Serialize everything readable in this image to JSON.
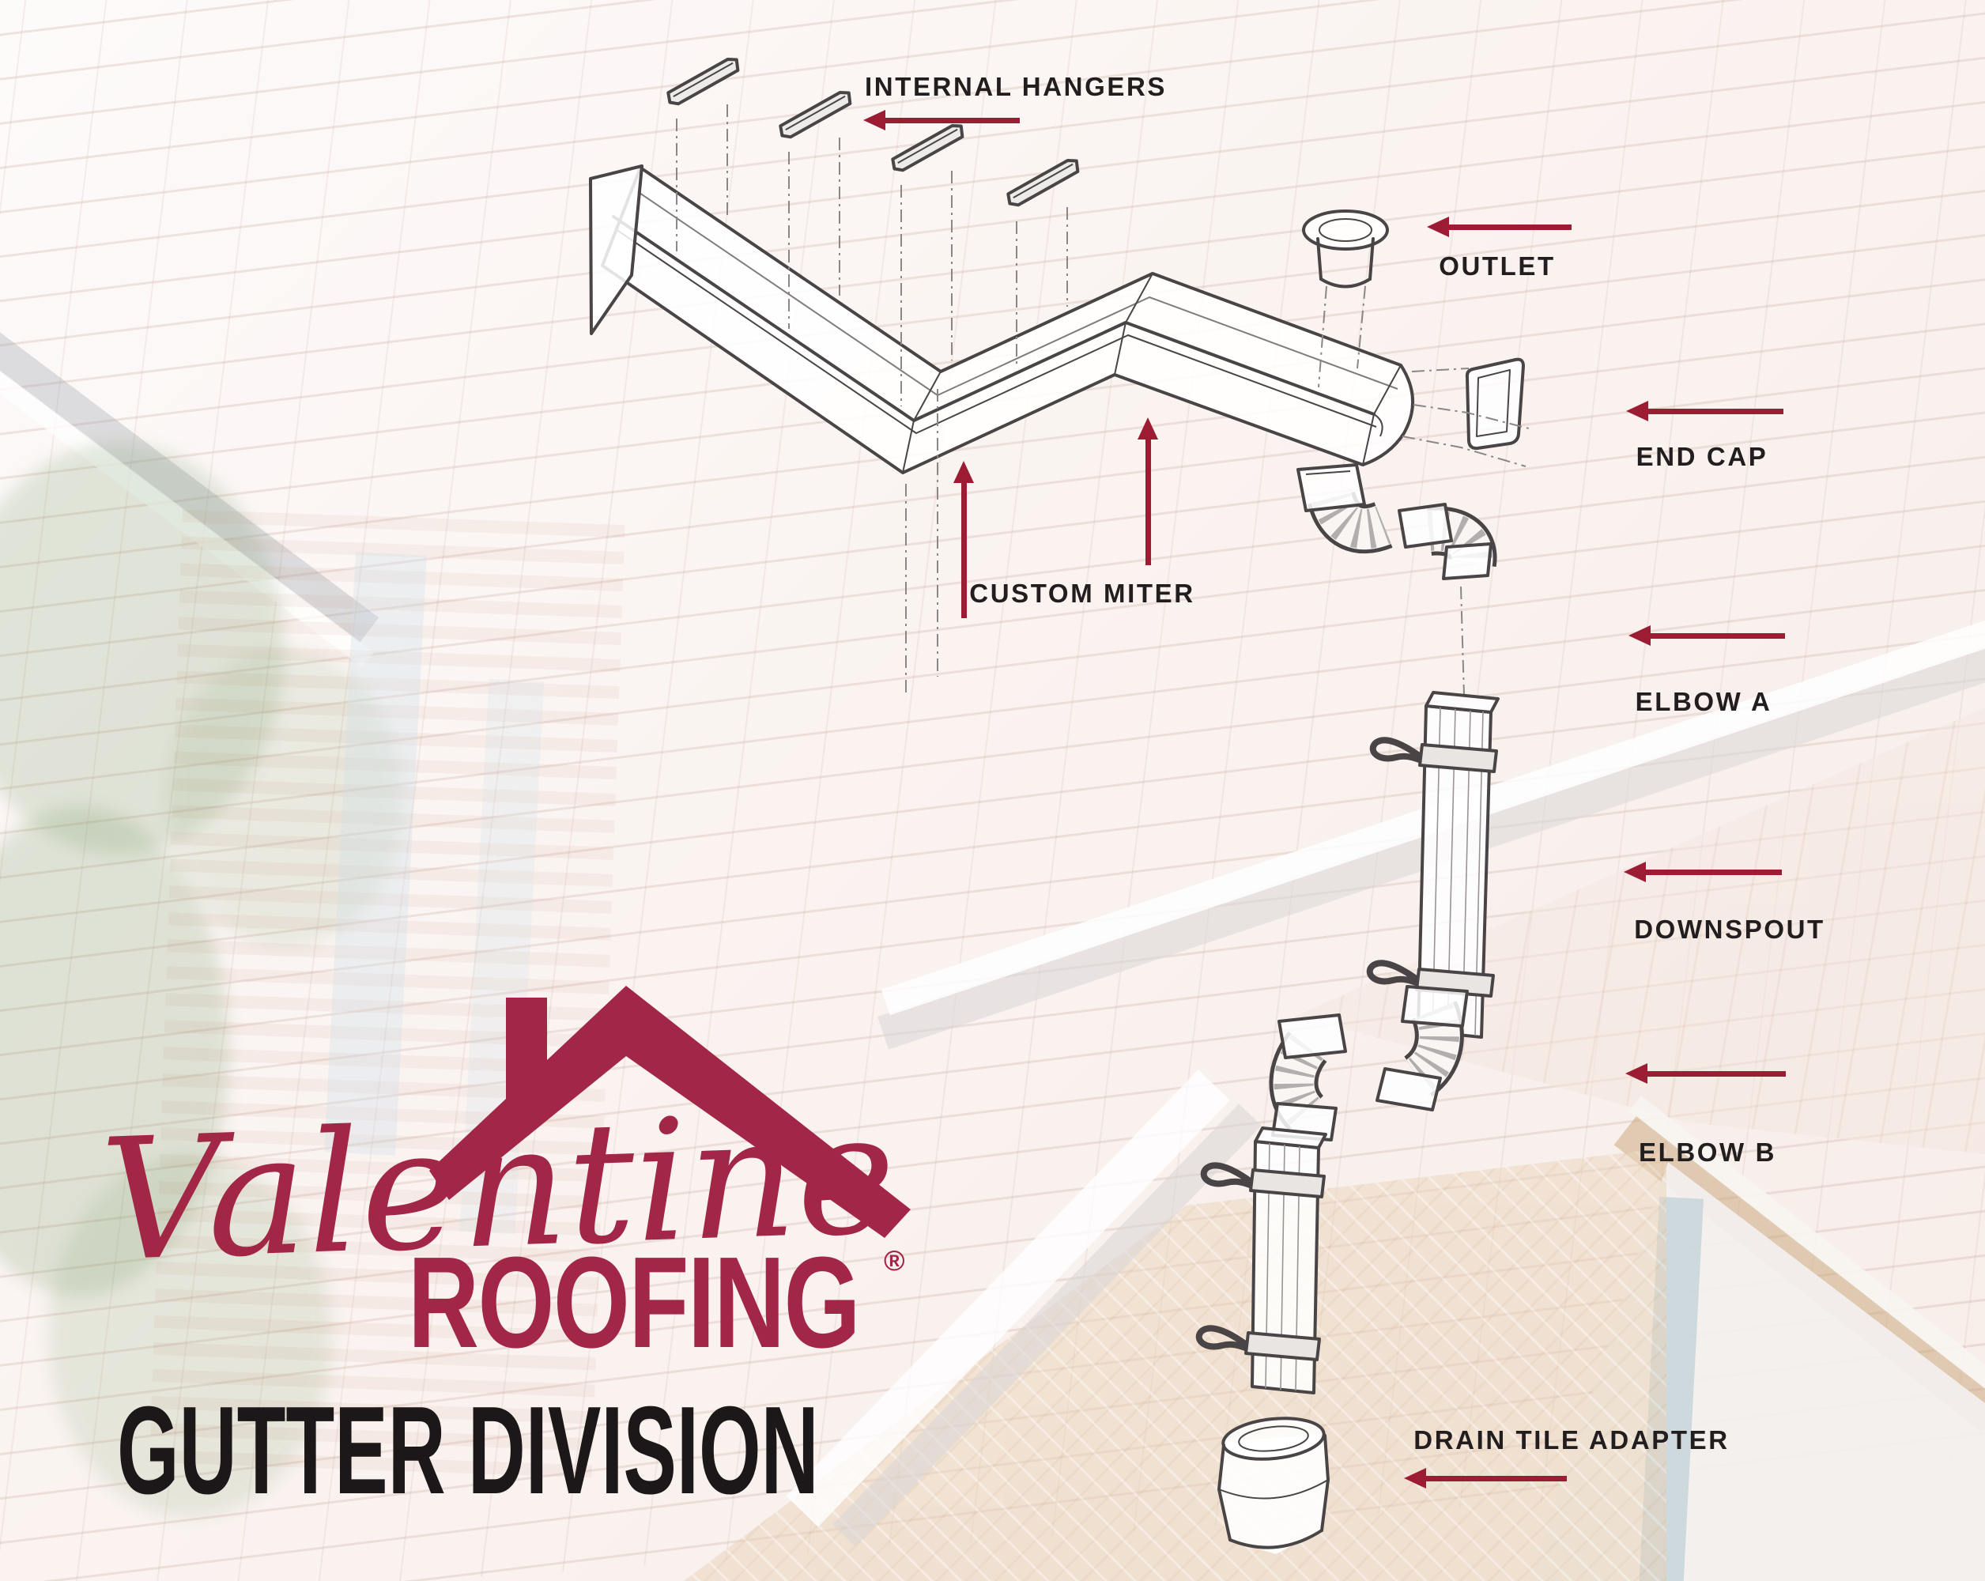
{
  "brand": {
    "script_name": "Valentine",
    "wordmark": "ROOFING",
    "registered_mark": "®",
    "division": "GUTTER DIVISION",
    "colors": {
      "brand_maroon": "#a22747",
      "division_black": "#1c1819"
    }
  },
  "diagram": {
    "arrow_color": "#9c1c33",
    "label_color": "#221e1f",
    "parts": [
      {
        "id": "internal-hangers",
        "label": "INTERNAL HANGERS",
        "arrow_direction": "left"
      },
      {
        "id": "outlet",
        "label": "OUTLET",
        "arrow_direction": "left"
      },
      {
        "id": "end-cap",
        "label": "END CAP",
        "arrow_direction": "left"
      },
      {
        "id": "custom-miter",
        "label": "CUSTOM MITER",
        "arrow_direction": "up"
      },
      {
        "id": "elbow-a",
        "label": "ELBOW A",
        "arrow_direction": "left"
      },
      {
        "id": "downspout",
        "label": "DOWNSPOUT",
        "arrow_direction": "left"
      },
      {
        "id": "elbow-b",
        "label": "ELBOW B",
        "arrow_direction": "left"
      },
      {
        "id": "drain-tile-adapter",
        "label": "DRAIN TILE ADAPTER",
        "arrow_direction": "left"
      }
    ]
  }
}
